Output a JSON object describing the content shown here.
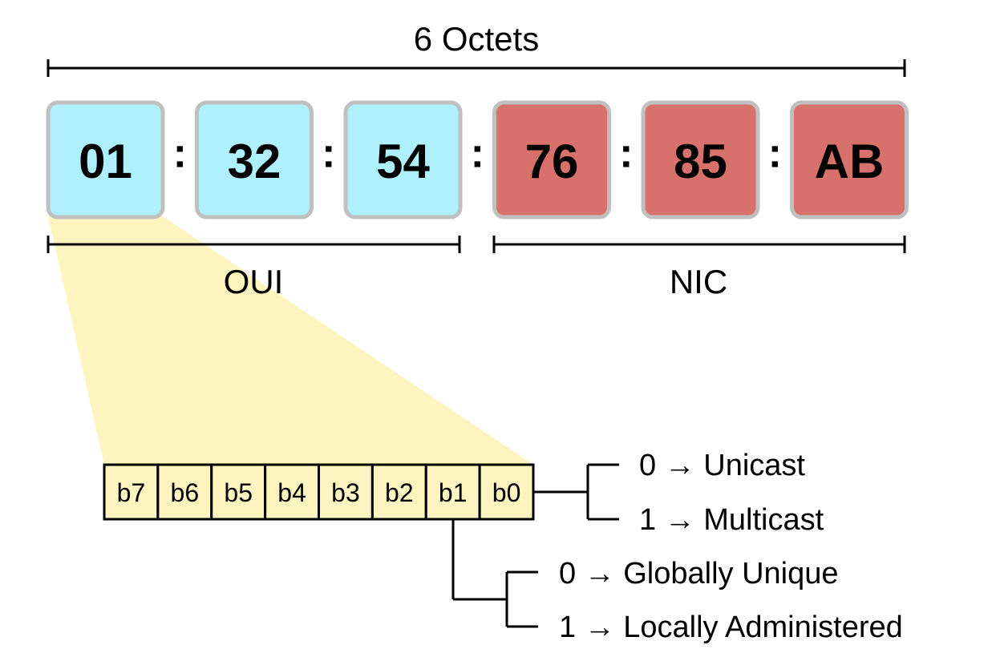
{
  "title": "6 Octets",
  "octets": [
    {
      "value": "01",
      "group": "oui"
    },
    {
      "value": "32",
      "group": "oui"
    },
    {
      "value": "54",
      "group": "oui"
    },
    {
      "value": "76",
      "group": "nic"
    },
    {
      "value": "85",
      "group": "nic"
    },
    {
      "value": "AB",
      "group": "nic"
    }
  ],
  "separator": ":",
  "groups": {
    "oui": {
      "label": "OUI",
      "color": "#aef0fc"
    },
    "nic": {
      "label": "NIC",
      "color": "#d8716b"
    }
  },
  "highlight_color": "#fdf4bf",
  "bits": [
    "b7",
    "b6",
    "b5",
    "b4",
    "b3",
    "b2",
    "b1",
    "b0"
  ],
  "bit_box_color": "#fdf4bf",
  "b0_meanings": [
    "0 → Unicast",
    "1 → Multicast"
  ],
  "b1_meanings": [
    "0 → Globally Unique",
    "1 → Locally Administered"
  ]
}
